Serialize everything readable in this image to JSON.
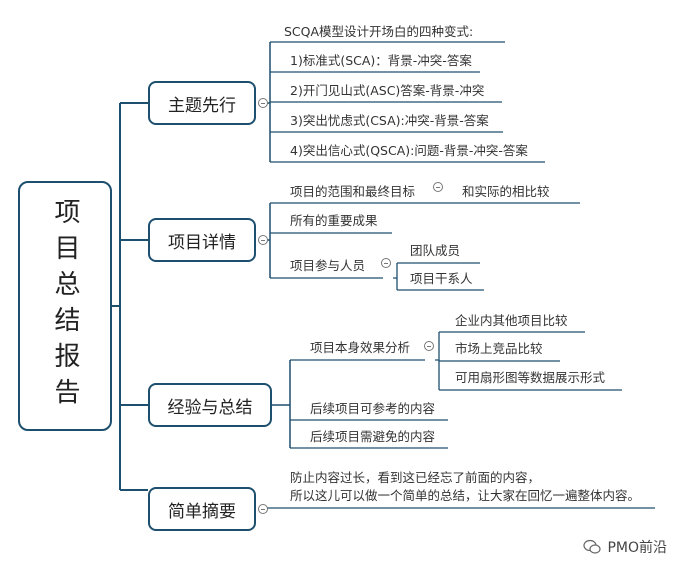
{
  "root": "项目总结报告",
  "branches": [
    {
      "label": "主题先行",
      "items": [
        "SCQA模型设计开场白的四种变式:",
        "1)标准式(SCA)：背景-冲突-答案",
        "2)开门见山式(ASC)答案-背景-冲突",
        "3)突出忧虑式(CSA):冲突-背景-答案",
        "4)突出信心式(QSCA):问题-背景-冲突-答案"
      ]
    },
    {
      "label": "项目详情",
      "items": [
        {
          "label": "项目的范围和最终目标",
          "children": [
            "和实际的相比较"
          ]
        },
        "所有的重要成果",
        {
          "label": "项目参与人员",
          "children": [
            "团队成员",
            "项目干系人"
          ]
        }
      ]
    },
    {
      "label": "经验与总结",
      "items": [
        {
          "label": "项目本身效果分析",
          "children": [
            "企业内其他项目比较",
            "市场上竞品比较",
            "可用扇形图等数据展示形式"
          ]
        },
        "后续项目可参考的内容",
        "后续项目需避免的内容"
      ]
    },
    {
      "label": "简单摘要",
      "items": [
        "防止内容过长，看到这已经忘了前面的内容，",
        "所以这儿可以做一个简单的总结，让大家在回忆一遍整体内容。"
      ]
    }
  ],
  "watermark": "PMO前沿",
  "colors": {
    "line": "#1d4f6e",
    "text": "#333333",
    "border": "#1d4f6e"
  }
}
